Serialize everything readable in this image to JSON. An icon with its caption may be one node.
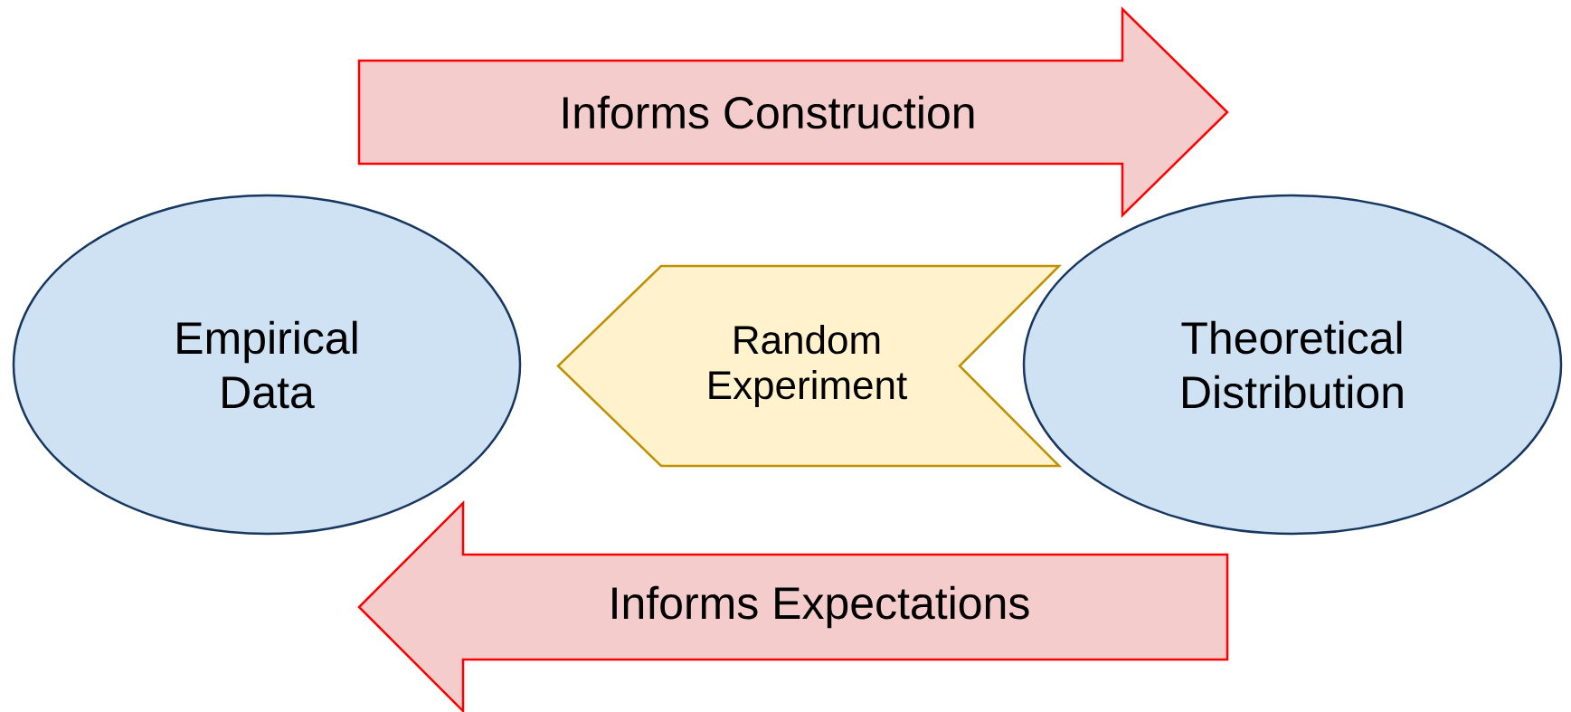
{
  "diagram": {
    "nodes": [
      {
        "text": [
          "Empirical Data"
        ]
      },
      {
        "text": [
          "Theoretical Distribution"
        ]
      }
    ],
    "edges": [
      {
        "from": 0,
        "to": 1,
        "arrow": "to",
        "label": "Informs Construction"
      },
      {
        "from": 1,
        "to": 0,
        "arrow": "to",
        "label": "Random Experiment",
        "color": "#bf9000"
      },
      {
        "from": 1,
        "to": 0,
        "arrow": "to",
        "label": "Informs Expectations"
      }
    ]
  }
}
